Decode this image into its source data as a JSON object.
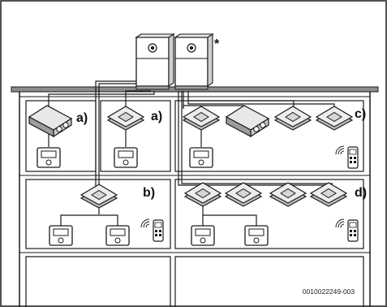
{
  "labels": {
    "star": "*",
    "a1": "a)",
    "a2": "a)",
    "b": "b)",
    "c": "c)",
    "d": "d)"
  },
  "reference_code": "0010022249-003",
  "colors": {
    "line": "#1a1a1a",
    "roof_fill": "#8c8c8c",
    "device_face": "#ffffff",
    "device_side": "#c8c8c8",
    "device_base": "#a0a0a0"
  },
  "icons": [
    "outdoor-unit-icon",
    "ducted-unit-icon",
    "cassette-unit-icon",
    "wired-thermostat-icon",
    "remote-control-icon",
    "wireless-signal-icon"
  ]
}
